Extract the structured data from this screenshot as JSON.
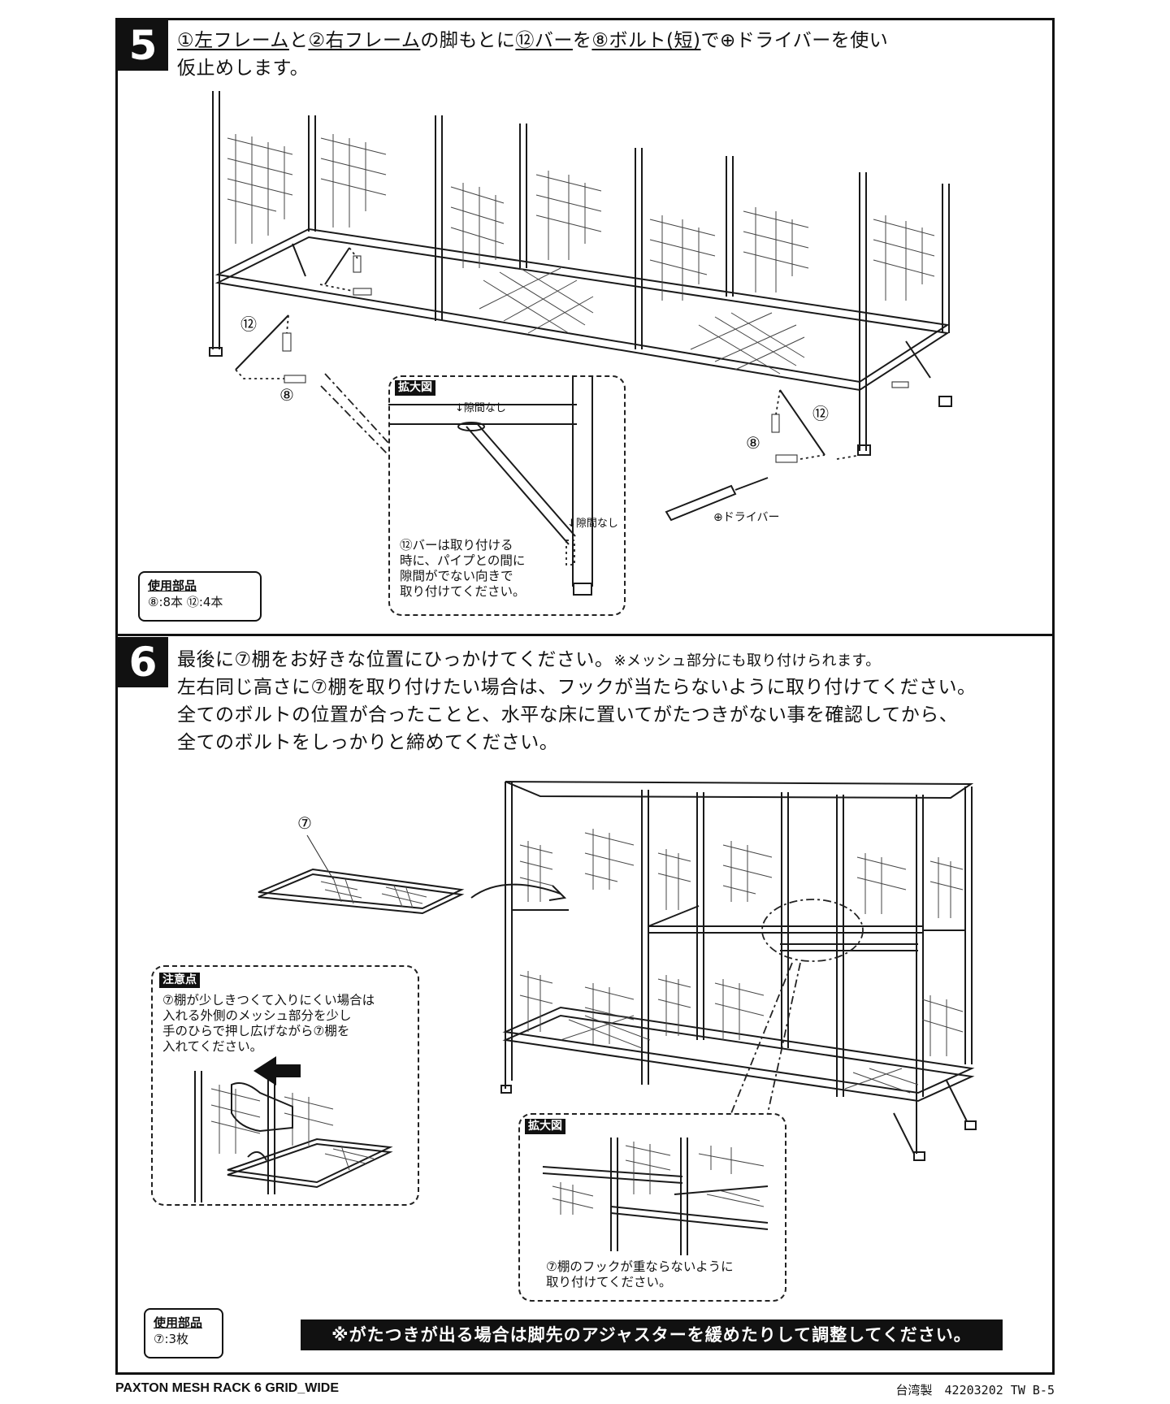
{
  "step5": {
    "number": "5",
    "line1_parts": [
      "①左フレーム",
      "と",
      "②右フレーム",
      "の脚もとに",
      "⑫バー",
      "を",
      "⑧ボルト(短)",
      "で⊕ドライバーを使い"
    ],
    "line2": "仮止めします。",
    "callout_label": "⑫",
    "bolt_label": "⑧",
    "zoom_tag": "拡大図",
    "gap_label_top": "↓隙間なし",
    "gap_label_side": "↓隙間なし",
    "zoom_note": [
      "⑫バーは取り付ける",
      "時に、パイプとの間に",
      "隙間がでない向きで",
      "取り付けてください。"
    ],
    "driver_label": "⊕ドライバー",
    "parts_title": "使用部品",
    "parts_list": "⑧:8本 ⑫:4本"
  },
  "step6": {
    "number": "6",
    "line1_main": "最後に⑦棚をお好きな位置にひっかけてください。",
    "line1_note": "※メッシュ部分にも取り付けられます。",
    "line2": "左右同じ高さに⑦棚を取り付けたい場合は、フックが当たらないように取り付けてください。",
    "line3": "全てのボルトの位置が合ったことと、水平な床に置いてがたつきがない事を確認してから、",
    "line4": "全てのボルトをしっかりと締めてください。",
    "shelf_label": "⑦",
    "caution_tag": "注意点",
    "caution_text": [
      "⑦棚が少しきつくて入りにくい場合は",
      "入れる外側のメッシュ部分を少し",
      "手のひらで押し広げながら⑦棚を",
      "入れてください。"
    ],
    "zoom_tag": "拡大図",
    "zoom_note": [
      "⑦棚のフックが重ならないように",
      "取り付けてください。"
    ],
    "parts_title": "使用部品",
    "parts_list": "⑦:3枚",
    "warning": "※がたつきが出る場合は脚先のアジャスターを緩めたりして調整してください。"
  },
  "footer": {
    "product": "PAXTON MESH RACK 6 GRID_WIDE",
    "code": "台湾製　42203202 TW B-5"
  }
}
